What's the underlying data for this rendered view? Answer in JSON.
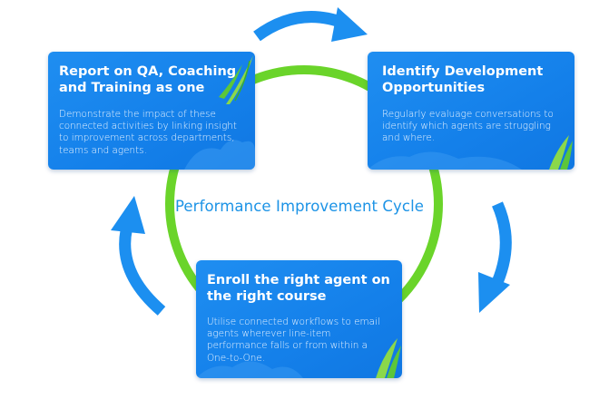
{
  "diagram": {
    "title": "Performance Improvement Cycle",
    "colors": {
      "card_blue": "#1680ea",
      "arrow_blue": "#1c8ff0",
      "ring_green": "#6ad42a",
      "title_blue": "#1c93e6"
    },
    "cards": [
      {
        "title": "Report on QA, Coaching and Training as one",
        "body": "Demonstrate the impact of these connected activities by linking insight to improvement across departments, teams and agents."
      },
      {
        "title": "Identify Development Opportunities",
        "body": "Regularly evaluage conversations to identify which agents are struggling and where."
      },
      {
        "title": "Enroll the right agent on the right course",
        "body": "Utilise connected workflows to email agents wherever line-item performance falls or from within a One-to-One."
      }
    ],
    "icons": [
      "leaf-decoration-icon",
      "curved-arrow-icon"
    ]
  }
}
